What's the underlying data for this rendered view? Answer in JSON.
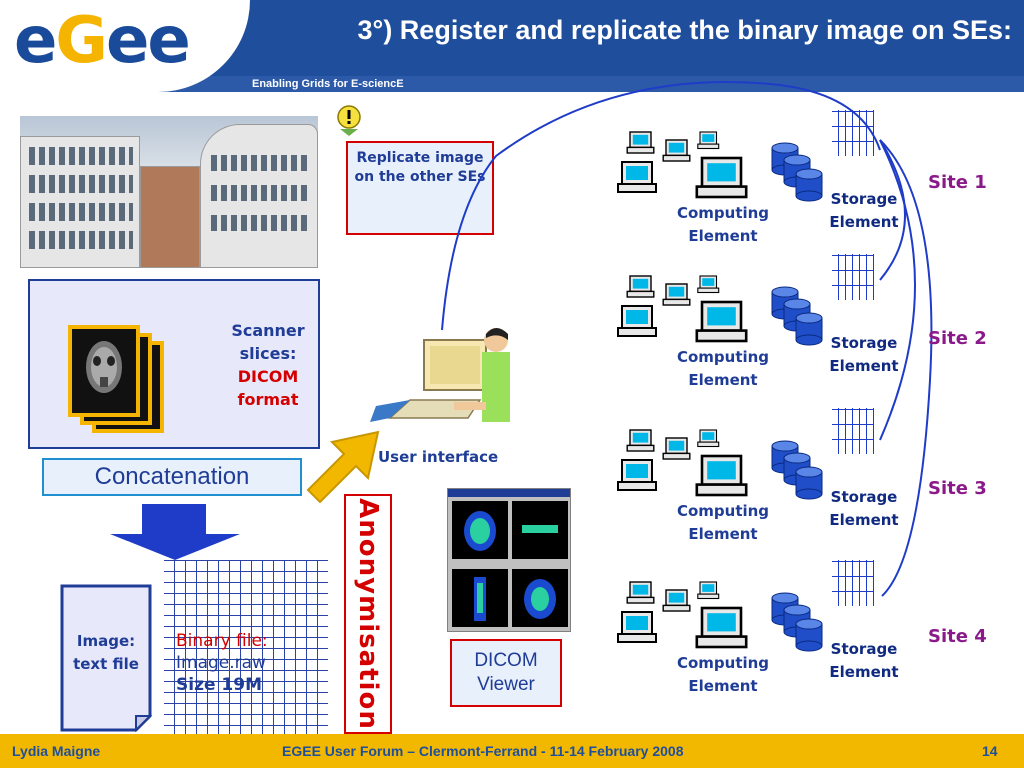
{
  "header": {
    "logo": "eGee",
    "tagline": "Enabling Grids for E-sciencE",
    "title": "3°) Register and replicate the binary image on SEs:"
  },
  "scanner": {
    "label_line1": "Scanner",
    "label_line2": "slices:",
    "label_line3": "DICOM",
    "label_line4": "format"
  },
  "concatenation": "Concatenation",
  "image_file": {
    "line1": "Image:",
    "line2": "text file"
  },
  "binary_file": {
    "line1": "Binary file:",
    "line2": "Image.raw",
    "line3": "Size 19M"
  },
  "anonymisation": "Anonymisation",
  "replicate_box": "Replicate image on the other SEs",
  "user_interface": "User interface",
  "dicom_viewer": {
    "line1": "DICOM",
    "line2": "Viewer"
  },
  "sites": [
    {
      "name": "Site 1",
      "ce_line1": "Computing",
      "ce_line2": "Element",
      "se_line1": "Storage",
      "se_line2": "Element"
    },
    {
      "name": "Site 2",
      "ce_line1": "Computing",
      "ce_line2": "Element",
      "se_line1": "Storage",
      "se_line2": "Element"
    },
    {
      "name": "Site 3",
      "ce_line1": "Computing",
      "ce_line2": "Element",
      "se_line1": "Storage",
      "se_line2": "Element"
    },
    {
      "name": "Site 4",
      "ce_line1": "Computing",
      "ce_line2": "Element",
      "se_line1": "Storage",
      "se_line2": "Element"
    }
  ],
  "footer": {
    "author": "Lydia Maigne",
    "event": "EGEE User Forum – Clermont-Ferrand -  11-14 February 2008",
    "page": "14"
  },
  "colors": {
    "header_blue": "#1f4e9c",
    "footer_yellow": "#f2b800",
    "accent_red": "#d40000",
    "text_blue": "#1f3c96",
    "site_purple": "#8a1a8a"
  }
}
